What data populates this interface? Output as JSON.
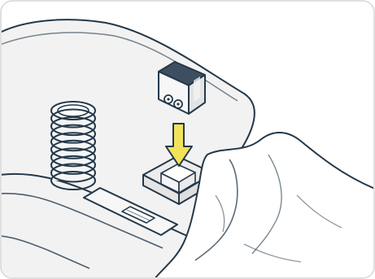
{
  "illustration": {
    "style": "line-art installation diagram",
    "colors": {
      "panel_fill": "#f2f2f2",
      "line": "#24384a",
      "accent_arrow": "#f2e35b",
      "frame_border": "#d6d6d6",
      "shadow": "#d0d0d0",
      "highlight": "#ffffff"
    },
    "elements": [
      "coil-spring",
      "battery-9v",
      "down-arrow",
      "battery-connector-block",
      "slot-tray",
      "cloth-cover"
    ]
  }
}
